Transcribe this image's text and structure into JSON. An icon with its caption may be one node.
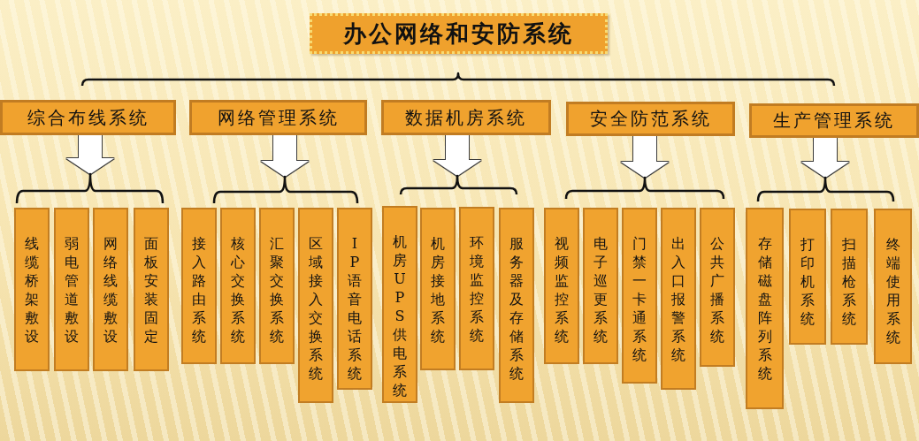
{
  "diagram": {
    "nodes": [
      {
        "text": [
          "办公网络和安防系统"
        ]
      },
      {
        "text": [],
        "shape": "bracket"
      },
      {
        "text": [
          "综合布线系统"
        ]
      },
      {
        "text": [
          "网络管理系统"
        ]
      },
      {
        "text": [
          "数据机房系统"
        ]
      },
      {
        "text": [
          "安全防范系统"
        ]
      },
      {
        "text": [
          "生产管理系统"
        ]
      },
      {
        "text": [],
        "shape": "bracket"
      },
      {
        "text": [],
        "shape": "bracket"
      },
      {
        "text": [],
        "shape": "bracket"
      },
      {
        "text": [],
        "shape": "bracket"
      },
      {
        "text": [],
        "shape": "bracket"
      },
      {
        "text": [
          "线缆桥架敷设"
        ]
      },
      {
        "text": [
          "弱电管道敷设"
        ]
      },
      {
        "text": [
          "网络线缆敷设"
        ]
      },
      {
        "text": [
          "面板安装固定"
        ]
      },
      {
        "text": [
          "接入路由系统"
        ]
      },
      {
        "text": [
          "核心交换系统"
        ]
      },
      {
        "text": [
          "汇聚交换系统"
        ]
      },
      {
        "text": [
          "区域接入交换系统"
        ]
      },
      {
        "text": [
          "IP语音电话系统"
        ]
      },
      {
        "text": [
          "机房UPS供电系统"
        ]
      },
      {
        "text": [
          "机房接地系统"
        ]
      },
      {
        "text": [
          "环境监控系统"
        ]
      },
      {
        "text": [
          "服务器及存储系统"
        ]
      },
      {
        "text": [
          "视频监控系统"
        ]
      },
      {
        "text": [
          "电子巡更系统"
        ]
      },
      {
        "text": [
          "门禁一卡通系统"
        ]
      },
      {
        "text": [
          "出入口报警系统"
        ]
      },
      {
        "text": [
          "公共广播系统"
        ]
      },
      {
        "text": [
          "存储磁盘阵列系统"
        ]
      },
      {
        "text": [
          "打印机系统"
        ]
      },
      {
        "text": [
          "扫描枪系统"
        ]
      },
      {
        "text": [
          "终端使用系统"
        ]
      }
    ],
    "edges": [
      {
        "from": 2,
        "to": 7,
        "arrow": "to"
      },
      {
        "from": 3,
        "to": 8,
        "arrow": "to"
      },
      {
        "from": 4,
        "to": 9,
        "arrow": "to"
      },
      {
        "from": 5,
        "to": 10,
        "arrow": "to"
      },
      {
        "from": 6,
        "to": 11,
        "arrow": "to"
      }
    ]
  }
}
